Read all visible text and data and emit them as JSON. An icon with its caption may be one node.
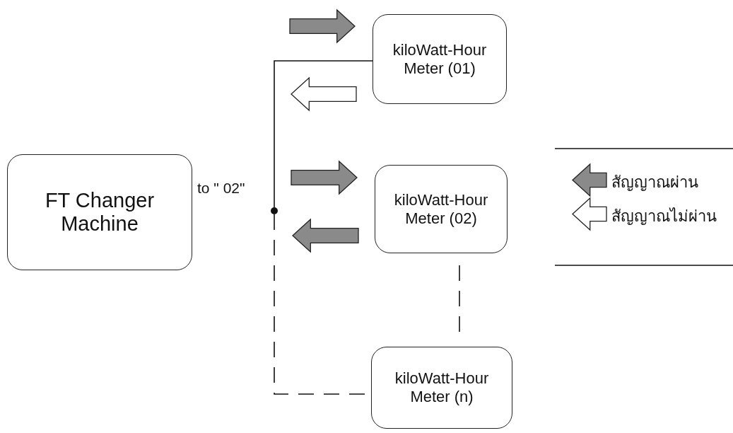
{
  "diagram": {
    "nodes": [
      {
        "text": [
          "FT Changer Machine"
        ]
      },
      {
        "text": [
          "kiloWatt-Hour Meter (01)"
        ]
      },
      {
        "text": [
          "kiloWatt-Hour Meter (02)"
        ]
      },
      {
        "text": [
          "kiloWatt-Hour Meter (n)"
        ]
      },
      {
        "text": [],
        "shape": "circle"
      }
    ],
    "edges": [
      {
        "from": 1,
        "to": 4,
        "arrow": "none"
      },
      {
        "from": 4,
        "to": 3,
        "arrow": "none",
        "style": "dashed"
      },
      {
        "from": 2,
        "to": 3,
        "arrow": "none",
        "style": "dashed"
      }
    ],
    "labels": [
      "to \" 02\""
    ],
    "legend": [
      {
        "text": "สัญญาณผ่าน"
      },
      {
        "text": "สัญญาณไม่ผ่าน"
      }
    ]
  }
}
